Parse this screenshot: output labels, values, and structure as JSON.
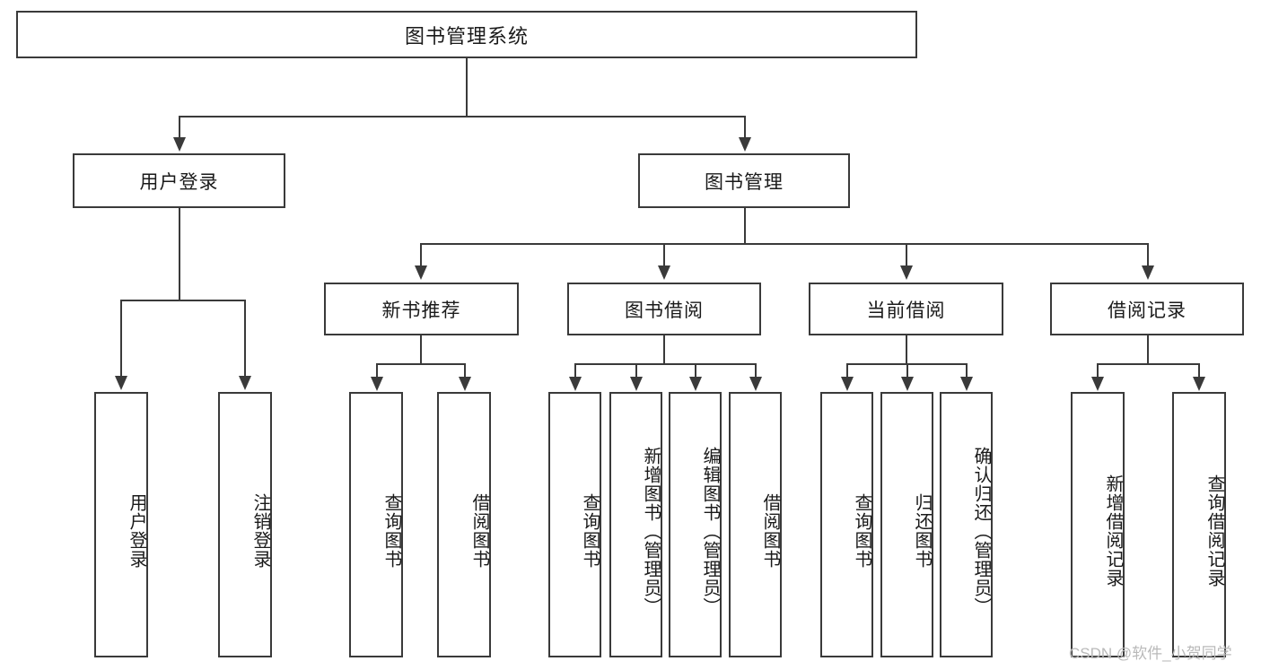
{
  "diagram": {
    "title": "图书管理系统",
    "type": "tree-hierarchy",
    "root": {
      "label": "图书管理系统"
    },
    "level2": [
      {
        "label": "用户登录"
      },
      {
        "label": "图书管理"
      }
    ],
    "level3": [
      {
        "label": "新书推荐"
      },
      {
        "label": "图书借阅"
      },
      {
        "label": "当前借阅"
      },
      {
        "label": "借阅记录"
      }
    ],
    "leaves_user_login": [
      {
        "label": "用户登录"
      },
      {
        "label": "注销登录"
      }
    ],
    "leaves_new_book": [
      {
        "label": "查询图书"
      },
      {
        "label": "借阅图书"
      }
    ],
    "leaves_borrow": [
      {
        "label": "查询图书"
      },
      {
        "label": "新增图书（管理员）"
      },
      {
        "label": "编辑图书（管理员）"
      },
      {
        "label": "借阅图书"
      }
    ],
    "leaves_current": [
      {
        "label": "查询图书"
      },
      {
        "label": "归还图书"
      },
      {
        "label": "确认归还（管理员）"
      }
    ],
    "leaves_record": [
      {
        "label": "新增借阅记录"
      },
      {
        "label": "查询借阅记录"
      }
    ]
  },
  "watermark": {
    "text": "CSDN @软件_小贺同学"
  },
  "colors": {
    "stroke": "#3a3a3a",
    "background": "#ffffff",
    "text": "#1a1a1a",
    "watermark": "#b9b9b9"
  }
}
